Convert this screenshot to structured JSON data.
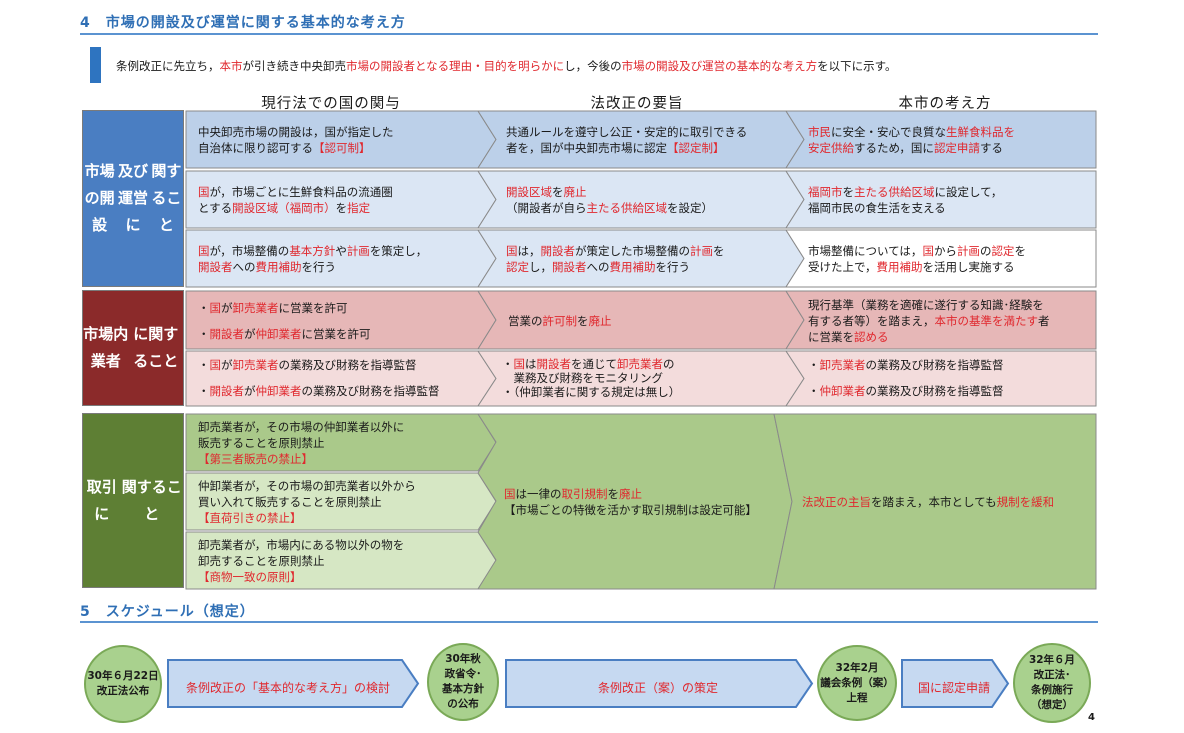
{
  "section4": {
    "title": "4　市場の開設及び運営に関する基本的な考え方",
    "intro": [
      {
        "t": "条例改正に先立ち，",
        "r": false
      },
      {
        "t": "本市",
        "r": true
      },
      {
        "t": "が引き続き中央卸売",
        "r": false
      },
      {
        "t": "市場の開設者となる理由・目的を明らかに",
        "r": true
      },
      {
        "t": "し，今後の",
        "r": false
      },
      {
        "t": "市場の開設及び運営の基本的な考え方",
        "r": true
      },
      {
        "t": "を以下に示す。",
        "r": false
      }
    ]
  },
  "columns": {
    "col1": "現行法での国の関与",
    "col2": "法改正の要旨",
    "col3": "本市の考え方"
  },
  "categories": {
    "cat1": [
      "市場の開設",
      "及び運営に",
      "関すること"
    ],
    "cat2": [
      "市場内業者",
      "に関すること"
    ],
    "cat3": [
      "取引に",
      "関すること"
    ]
  },
  "colors": {
    "blue_cat": "#4a7ec2",
    "blue_cell": "#bcd0e9",
    "blue_cell_light": "#dbe6f4",
    "red_cat": "#8b2a2a",
    "red_cell": "#e6b7b7",
    "red_cell_light": "#f3dcdc",
    "green_cat": "#5e7f34",
    "green_cell": "#aac98a",
    "green_cell_light": "#d6e7c4",
    "accent_red": "#e0282e",
    "title_blue": "#2f6fb5"
  },
  "rows": {
    "r1": {
      "c1": [
        [
          {
            "t": "中央卸売市場の開設は，国が指定した",
            "r": false
          }
        ],
        [
          {
            "t": "自治体に限り認可する",
            "r": false
          },
          {
            "t": "【認可制】",
            "r": true
          }
        ]
      ],
      "c2": [
        [
          {
            "t": "共通ルールを遵守し公正・安定的に取引できる",
            "r": false
          }
        ],
        [
          {
            "t": "者を，国が中央卸売市場に認定",
            "r": false
          },
          {
            "t": "【認定制】",
            "r": true
          }
        ]
      ],
      "c3": [
        [
          {
            "t": "市民",
            "r": true
          },
          {
            "t": "に安全・安心で良質な",
            "r": false
          },
          {
            "t": "生鮮食料品を",
            "r": true
          }
        ],
        [
          {
            "t": "安定供給",
            "r": true
          },
          {
            "t": "するため，国に",
            "r": false
          },
          {
            "t": "認定申請",
            "r": true
          },
          {
            "t": "する",
            "r": false
          }
        ]
      ]
    },
    "r2": {
      "c1": [
        [
          {
            "t": "国",
            "r": true
          },
          {
            "t": "が，市場ごとに生鮮食料品の流通圏",
            "r": false
          }
        ],
        [
          {
            "t": "とする",
            "r": false
          },
          {
            "t": "開設区域（福岡市）",
            "r": true
          },
          {
            "t": "を",
            "r": false
          },
          {
            "t": "指定",
            "r": true
          }
        ]
      ],
      "c2": [
        [
          {
            "t": "開設区域",
            "r": true
          },
          {
            "t": "を",
            "r": false
          },
          {
            "t": "廃止",
            "r": true
          }
        ],
        [
          {
            "t": "（開設者が自ら",
            "r": false
          },
          {
            "t": "主たる供給区域",
            "r": true
          },
          {
            "t": "を設定）",
            "r": false
          }
        ]
      ],
      "c3": [
        [
          {
            "t": "福岡市",
            "r": true
          },
          {
            "t": "を",
            "r": false
          },
          {
            "t": "主たる供給区域",
            "r": true
          },
          {
            "t": "に設定して，",
            "r": false
          }
        ],
        [
          {
            "t": "福岡市民の食生活を支える",
            "r": false
          }
        ]
      ]
    },
    "r3": {
      "c1": [
        [
          {
            "t": "国",
            "r": true
          },
          {
            "t": "が，市場整備の",
            "r": false
          },
          {
            "t": "基本方針",
            "r": true
          },
          {
            "t": "や",
            "r": false
          },
          {
            "t": "計画",
            "r": true
          },
          {
            "t": "を策定し，",
            "r": false
          }
        ],
        [
          {
            "t": "開設者",
            "r": true
          },
          {
            "t": "への",
            "r": false
          },
          {
            "t": "費用補助",
            "r": true
          },
          {
            "t": "を行う",
            "r": false
          }
        ]
      ],
      "c2": [
        [
          {
            "t": "国",
            "r": true
          },
          {
            "t": "は，",
            "r": false
          },
          {
            "t": "開設者",
            "r": true
          },
          {
            "t": "が策定した市場整備の",
            "r": false
          },
          {
            "t": "計画",
            "r": true
          },
          {
            "t": "を",
            "r": false
          }
        ],
        [
          {
            "t": "認定",
            "r": true
          },
          {
            "t": "し，",
            "r": false
          },
          {
            "t": "開設者",
            "r": true
          },
          {
            "t": "への",
            "r": false
          },
          {
            "t": "費用補助",
            "r": true
          },
          {
            "t": "を行う",
            "r": false
          }
        ]
      ],
      "c3": [
        [
          {
            "t": "市場整備については，",
            "r": false
          },
          {
            "t": "国",
            "r": true
          },
          {
            "t": "から",
            "r": false
          },
          {
            "t": "計画",
            "r": true
          },
          {
            "t": "の",
            "r": false
          },
          {
            "t": "認定",
            "r": true
          },
          {
            "t": "を",
            "r": false
          }
        ],
        [
          {
            "t": "受けた上で，",
            "r": false
          },
          {
            "t": "費用補助",
            "r": true
          },
          {
            "t": "を活用し実施する",
            "r": false
          }
        ]
      ]
    },
    "r4": {
      "c1": [
        [
          {
            "t": "・",
            "r": false
          },
          {
            "t": "国",
            "r": true
          },
          {
            "t": "が",
            "r": false
          },
          {
            "t": "卸売業者",
            "r": true
          },
          {
            "t": "に営業を許可",
            "r": false
          }
        ],
        [
          {
            "t": "・",
            "r": false
          },
          {
            "t": "開設者",
            "r": true
          },
          {
            "t": "が",
            "r": false
          },
          {
            "t": "仲卸業者",
            "r": true
          },
          {
            "t": "に営業を許可",
            "r": false
          }
        ]
      ],
      "c2": [
        [
          {
            "t": "営業の",
            "r": false
          },
          {
            "t": "許可制",
            "r": true
          },
          {
            "t": "を",
            "r": false
          },
          {
            "t": "廃止",
            "r": true
          }
        ]
      ],
      "c3": [
        [
          {
            "t": "現行基準（業務を適確に遂行する知識･経験を",
            "r": false
          }
        ],
        [
          {
            "t": "有する者等）を踏まえ，",
            "r": false
          },
          {
            "t": "本市の基準を満たす",
            "r": true
          },
          {
            "t": "者",
            "r": false
          }
        ],
        [
          {
            "t": "に営業を",
            "r": false
          },
          {
            "t": "認める",
            "r": true
          }
        ]
      ]
    },
    "r5": {
      "c1": [
        [
          {
            "t": "・",
            "r": false
          },
          {
            "t": "国",
            "r": true
          },
          {
            "t": "が",
            "r": false
          },
          {
            "t": "卸売業者",
            "r": true
          },
          {
            "t": "の業務及び財務を指導監督",
            "r": false
          }
        ],
        [
          {
            "t": "・",
            "r": false
          },
          {
            "t": "開設者",
            "r": true
          },
          {
            "t": "が",
            "r": false
          },
          {
            "t": "仲卸業者",
            "r": true
          },
          {
            "t": "の業務及び財務を指導監督",
            "r": false
          }
        ]
      ],
      "c2": [
        [
          {
            "t": "・",
            "r": false
          },
          {
            "t": "国",
            "r": true
          },
          {
            "t": "は",
            "r": false
          },
          {
            "t": "開設者",
            "r": true
          },
          {
            "t": "を通じて",
            "r": false
          },
          {
            "t": "卸売業者",
            "r": true
          },
          {
            "t": "の",
            "r": false
          }
        ],
        [
          {
            "t": "　業務及び財務をモニタリング",
            "r": false
          }
        ],
        [
          {
            "t": "・（仲卸業者に関する規定は無し）",
            "r": false
          }
        ]
      ],
      "c3": [
        [
          {
            "t": "・",
            "r": false
          },
          {
            "t": "卸売業者",
            "r": true
          },
          {
            "t": "の業務及び財務を指導監督",
            "r": false
          }
        ],
        [
          {
            "t": "・",
            "r": false
          },
          {
            "t": "仲卸業者",
            "r": true
          },
          {
            "t": "の業務及び財務を指導監督",
            "r": false
          }
        ]
      ]
    },
    "r6": {
      "c1": [
        [
          {
            "t": "卸売業者が，その市場の仲卸業者以外に",
            "r": false
          }
        ],
        [
          {
            "t": "販売することを原則禁止",
            "r": false
          }
        ],
        [
          {
            "t": "【第三者販売の禁止】",
            "r": true
          }
        ]
      ]
    },
    "r7": {
      "c1": [
        [
          {
            "t": "仲卸業者が，その市場の卸売業者以外から",
            "r": false
          }
        ],
        [
          {
            "t": "買い入れて販売することを原則禁止",
            "r": false
          }
        ],
        [
          {
            "t": "【直荷引きの禁止】",
            "r": true
          }
        ]
      ]
    },
    "r8": {
      "c1": [
        [
          {
            "t": "卸売業者が，市場内にある物以外の物を",
            "r": false
          }
        ],
        [
          {
            "t": "卸売することを原則禁止",
            "r": false
          }
        ],
        [
          {
            "t": "【商物一致の原則】",
            "r": true
          }
        ]
      ]
    },
    "r678": {
      "c2": [
        [
          {
            "t": "国",
            "r": true
          },
          {
            "t": "は一律の",
            "r": false
          },
          {
            "t": "取引規制",
            "r": true
          },
          {
            "t": "を",
            "r": false
          },
          {
            "t": "廃止",
            "r": true
          }
        ],
        [
          {
            "t": "【市場ごとの特徴を活かす取引規制は設定可能】",
            "r": false
          }
        ]
      ],
      "c3": [
        [
          {
            "t": "法改正の主旨",
            "r": true
          },
          {
            "t": "を踏まえ，本市としても",
            "r": false
          },
          {
            "t": "規制を緩和",
            "r": true
          }
        ]
      ]
    }
  },
  "section5": {
    "title": "5　スケジュール（想定）",
    "milestones": {
      "m1": [
        "30年６月22日",
        "改正法公布"
      ],
      "m2": [
        "30年秋",
        "政省令･",
        "基本方針",
        "の公布"
      ],
      "m3": [
        "32年2月",
        "議会条例（案）",
        "上程"
      ],
      "m4": [
        "32年６月",
        "改正法･",
        "条例施行",
        "（想定）"
      ]
    },
    "steps": {
      "s1": "条例改正の「基本的な考え方」の検討",
      "s2": "条例改正（案）の策定",
      "s3": "国に認定申請"
    }
  },
  "page_number": "4"
}
